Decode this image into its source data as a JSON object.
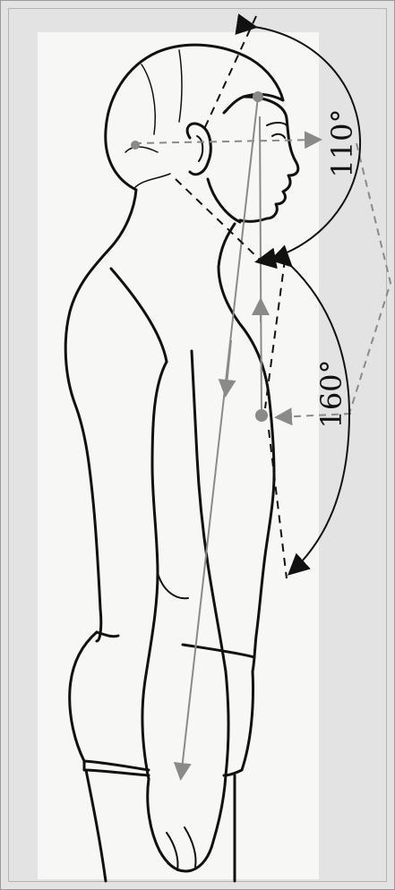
{
  "angles": {
    "upper": {
      "label": "110°",
      "degrees": 110
    },
    "lower": {
      "label": "160°",
      "degrees": 160
    }
  },
  "colors": {
    "background": "#e3e3e3",
    "panel": "#f7f7f5",
    "outline": "#111111",
    "guide": "#8a8a8a"
  }
}
